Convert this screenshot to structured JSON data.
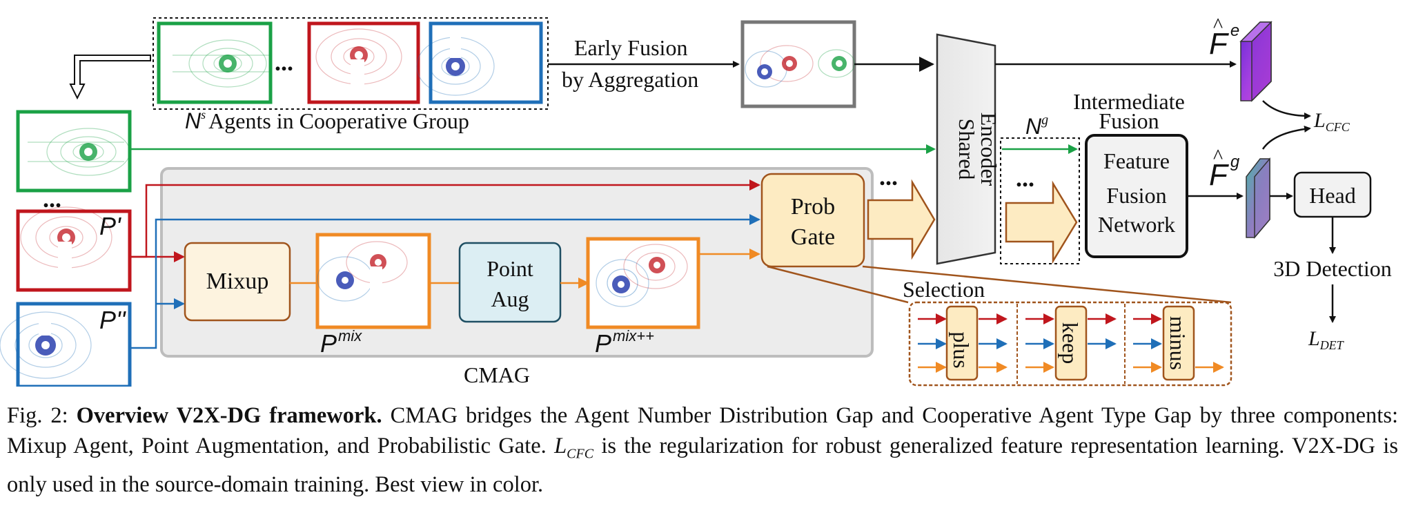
{
  "figure": {
    "group_label": "Agents in Cooperative Group",
    "group_count_symbol": "N",
    "group_count_sup": "s",
    "ellipsis": "...",
    "early_fusion_line1": "Early Fusion",
    "early_fusion_line2": "by Aggregation",
    "shared_encoder_line1": "Shared",
    "shared_encoder_line2": "Encoder",
    "intermediate_fusion_line1": "Intermediate",
    "intermediate_fusion_line2": "Fusion",
    "ng_symbol": "N",
    "ng_sup": "g",
    "ffn_line1": "Feature",
    "ffn_line2": "Fusion",
    "ffn_line3": "Network",
    "fe_symbol": "F",
    "fe_sup": "e",
    "fg_symbol": "F",
    "fg_sup": "g",
    "loss_cfc": "CFC",
    "loss_det": "DET",
    "loss_symbol": "L",
    "head_label": "Head",
    "detection_label": "3D Detection",
    "p_prime": "P'",
    "p_double_prime": "P''",
    "mixup_label": "Mixup",
    "p_mix_symbol": "P",
    "p_mix_sup": "mix",
    "point_aug_line1": "Point",
    "point_aug_line2": "Aug",
    "p_mixpp_symbol": "P",
    "p_mixpp_sup": "mix++",
    "prob_gate_line1": "Prob",
    "prob_gate_line2": "Gate",
    "cmag_label": "CMAG",
    "selection_label": "Selection",
    "selection_ops": [
      "plus",
      "keep",
      "minus"
    ]
  },
  "caption": {
    "prefix": "Fig. 2: ",
    "bold": "Overview V2X-DG framework.",
    "part1": " CMAG bridges the Agent Number Distribution Gap and Cooperative Agent Type Gap by three components: Mixup Agent, Point Augmentation, and Probabilistic Gate. ",
    "math": "L",
    "math_sub": "CFC",
    "part2": " is the regularization for robust generalized feature representation learning. V2X-DG is only used in the source-domain training. Best view in color."
  },
  "colors": {
    "green": "#1aa146",
    "red": "#c0161d",
    "blue": "#1f6fb8",
    "orange": "#f08a24",
    "cmag_bg": "#ececec",
    "cream": "#fdf3df",
    "point_aug": "#dceef3",
    "brown": "#a0541c"
  }
}
